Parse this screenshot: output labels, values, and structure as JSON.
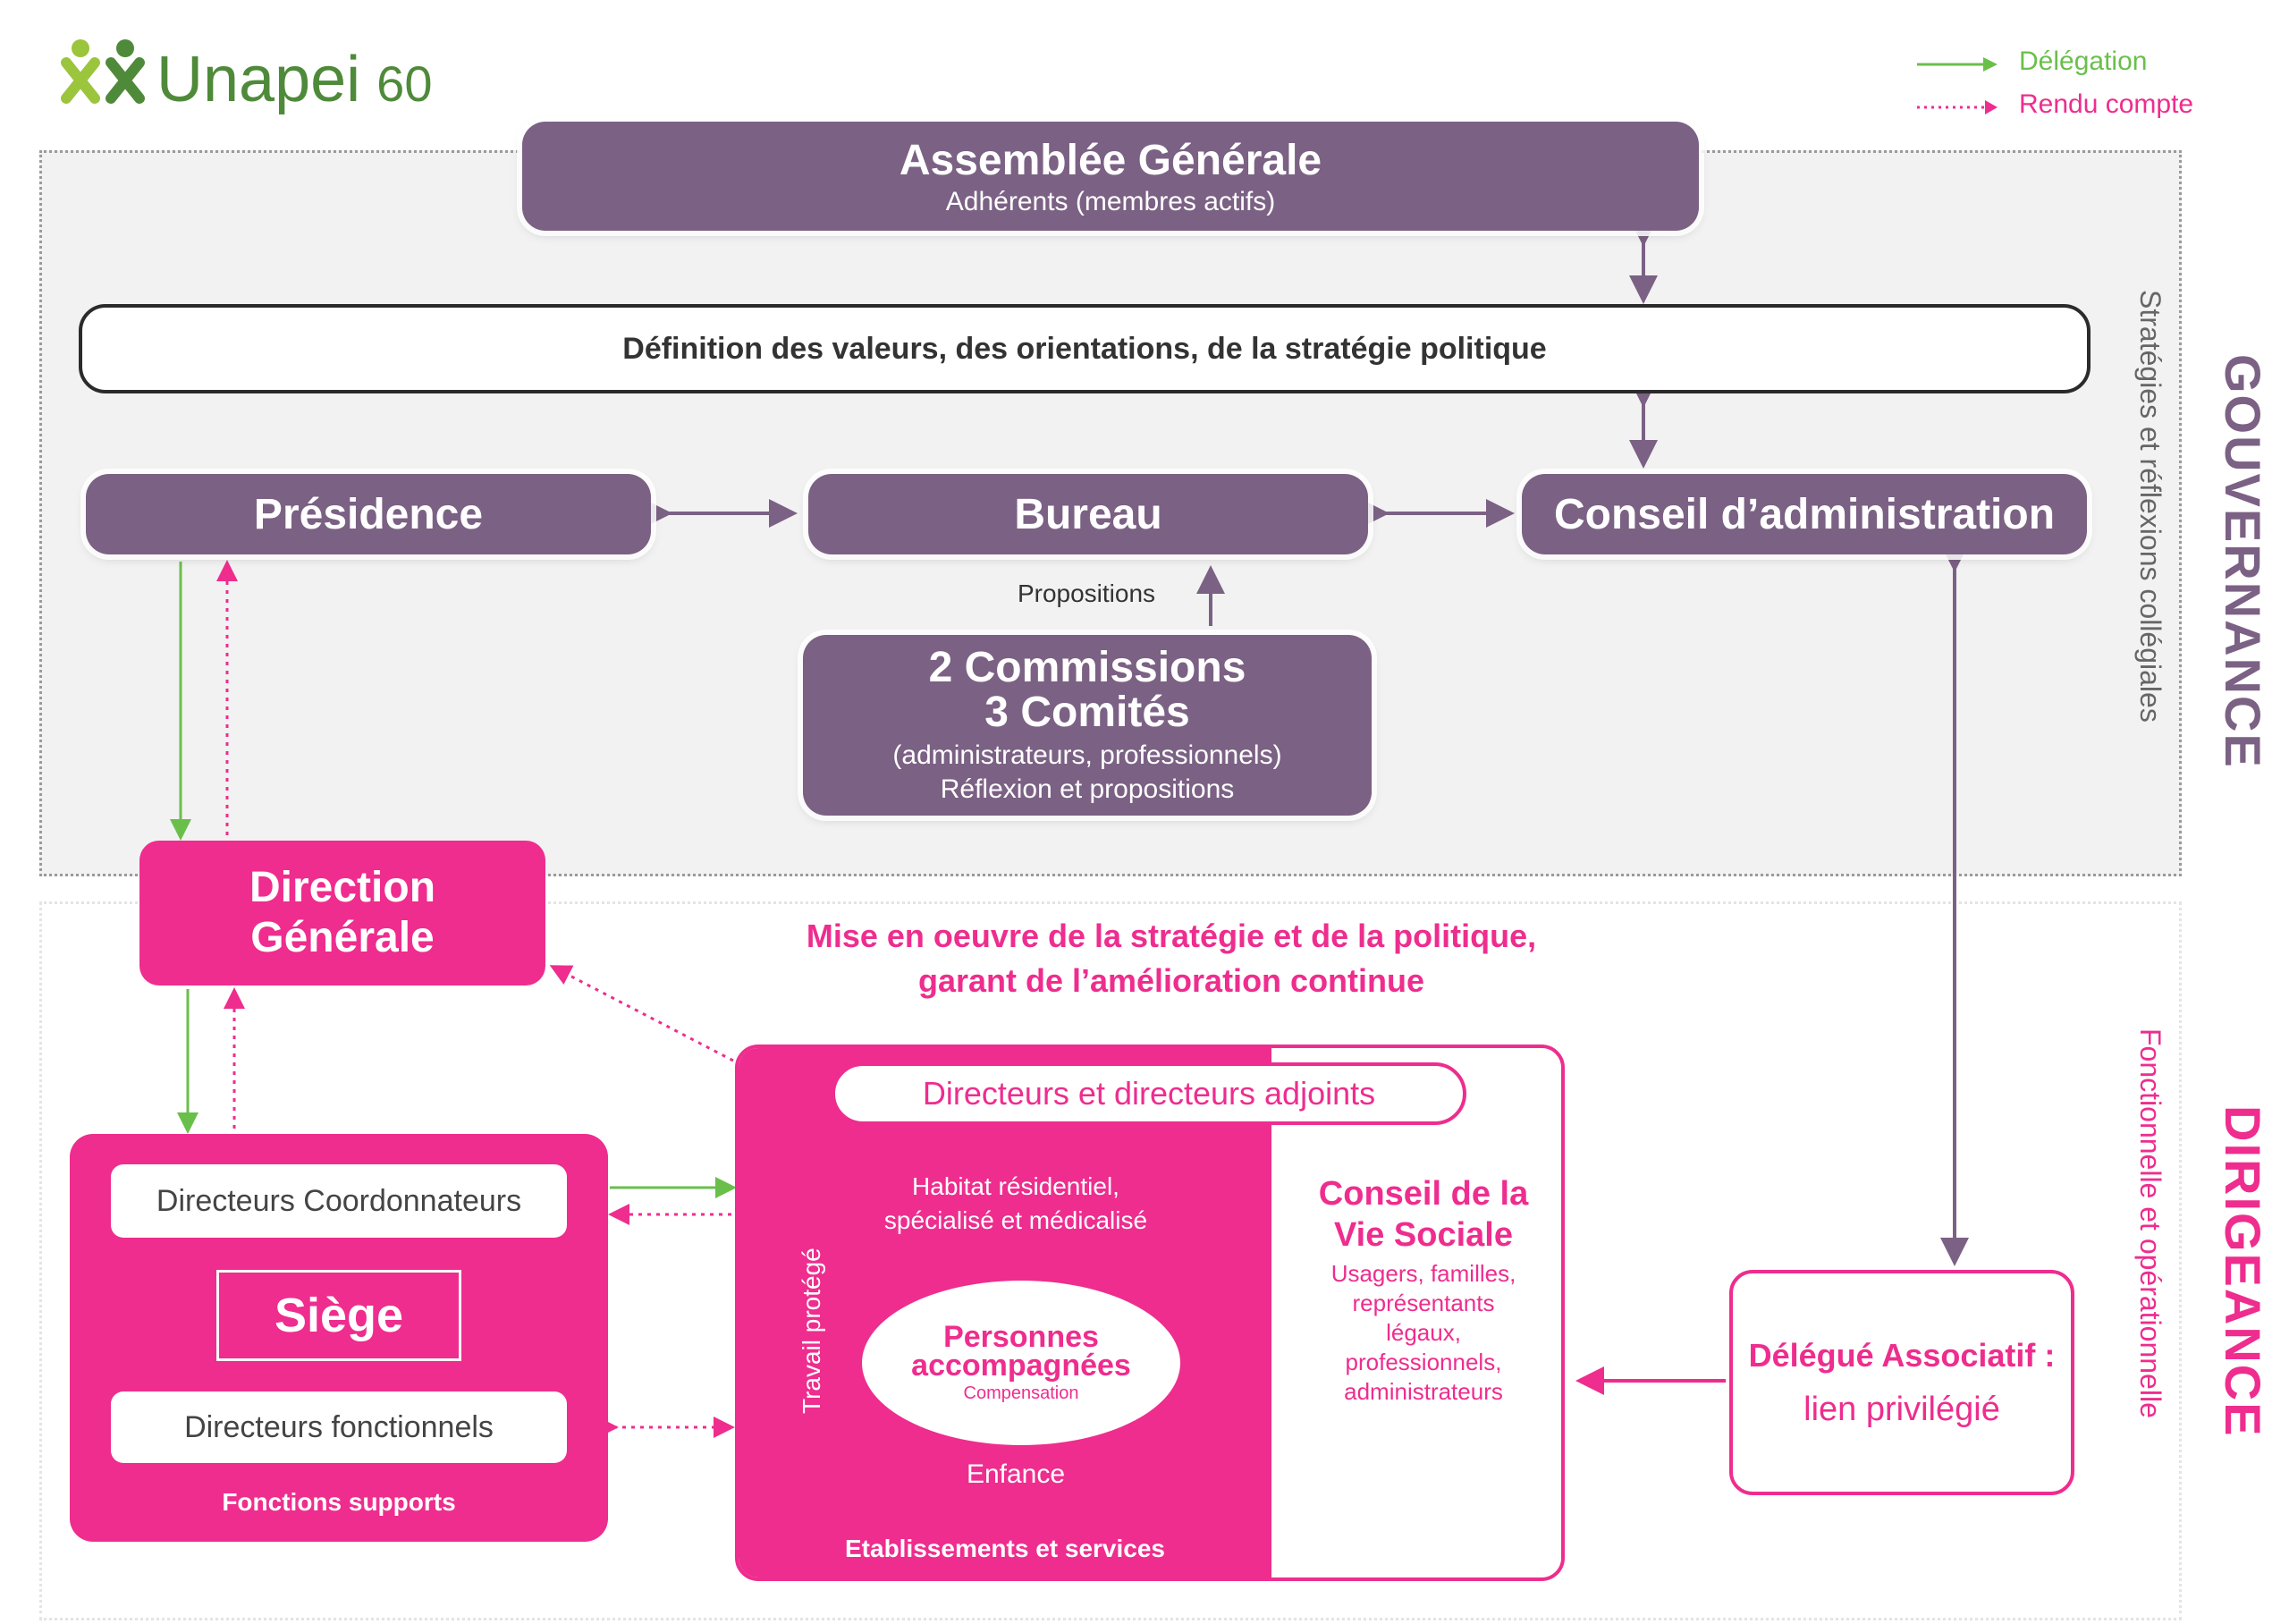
{
  "logo": {
    "name": "Unapei",
    "number": "60"
  },
  "legend": {
    "delegation": "Délégation",
    "rendu_compte": "Rendu compte",
    "delegation_color": "#6abf4b",
    "rendu_color": "#ee2d8e"
  },
  "colors": {
    "purple": "#7b6184",
    "pink": "#ee2d8e",
    "green": "#6abf4b"
  },
  "assemblee": {
    "title": "Assemblée Générale",
    "subtitle": "Adhérents (membres actifs)"
  },
  "definition": {
    "text": "Définition des valeurs, des orientations, de la stratégie politique"
  },
  "presidence": {
    "label": "Présidence"
  },
  "bureau": {
    "label": "Bureau"
  },
  "conseil_admin": {
    "label": "Conseil d’administration"
  },
  "propositions": {
    "label": "Propositions"
  },
  "commissions": {
    "line1": "2 Commissions",
    "line2": "3 Comités",
    "line3": "(administrateurs, professionnels)",
    "line4": "Réflexion et propositions"
  },
  "side": {
    "gov_title": "GOUVERNANCE",
    "gov_sub": "Stratégies et réflexions collégiales",
    "dir_title": "DIRIGEANCE",
    "dir_sub": "Fonctionnelle et opérationnelle"
  },
  "direction": {
    "line1": "Direction",
    "line2": "Générale"
  },
  "mise_en_oeuvre": {
    "line1": "Mise en oeuvre de la stratégie et de la politique,",
    "line2": "garant de l’amélioration continue"
  },
  "siege": {
    "coordonnateurs": "Directeurs Coordonnateurs",
    "title": "Siège",
    "fonctionnels": "Directeurs fonctionnels",
    "footer": "Fonctions supports"
  },
  "etablissements": {
    "directeurs": "Directeurs et directeurs adjoints",
    "habitat_line1": "Habitat résidentiel,",
    "habitat_line2": "spécialisé et médicalisé",
    "travail": "Travail protégé",
    "personnes_line1": "Personnes",
    "personnes_line2": "accompagnées",
    "compensation": "Compensation",
    "enfance": "Enfance",
    "footer": "Etablissements et services"
  },
  "cvs": {
    "title_line1": "Conseil de la",
    "title_line2": "Vie Sociale",
    "desc": [
      "Usagers, familles,",
      "représentants",
      "légaux,",
      "professionnels,",
      "administrateurs"
    ]
  },
  "delegue": {
    "title": "Délégué Associatif :",
    "subtitle": "lien privilégié"
  }
}
